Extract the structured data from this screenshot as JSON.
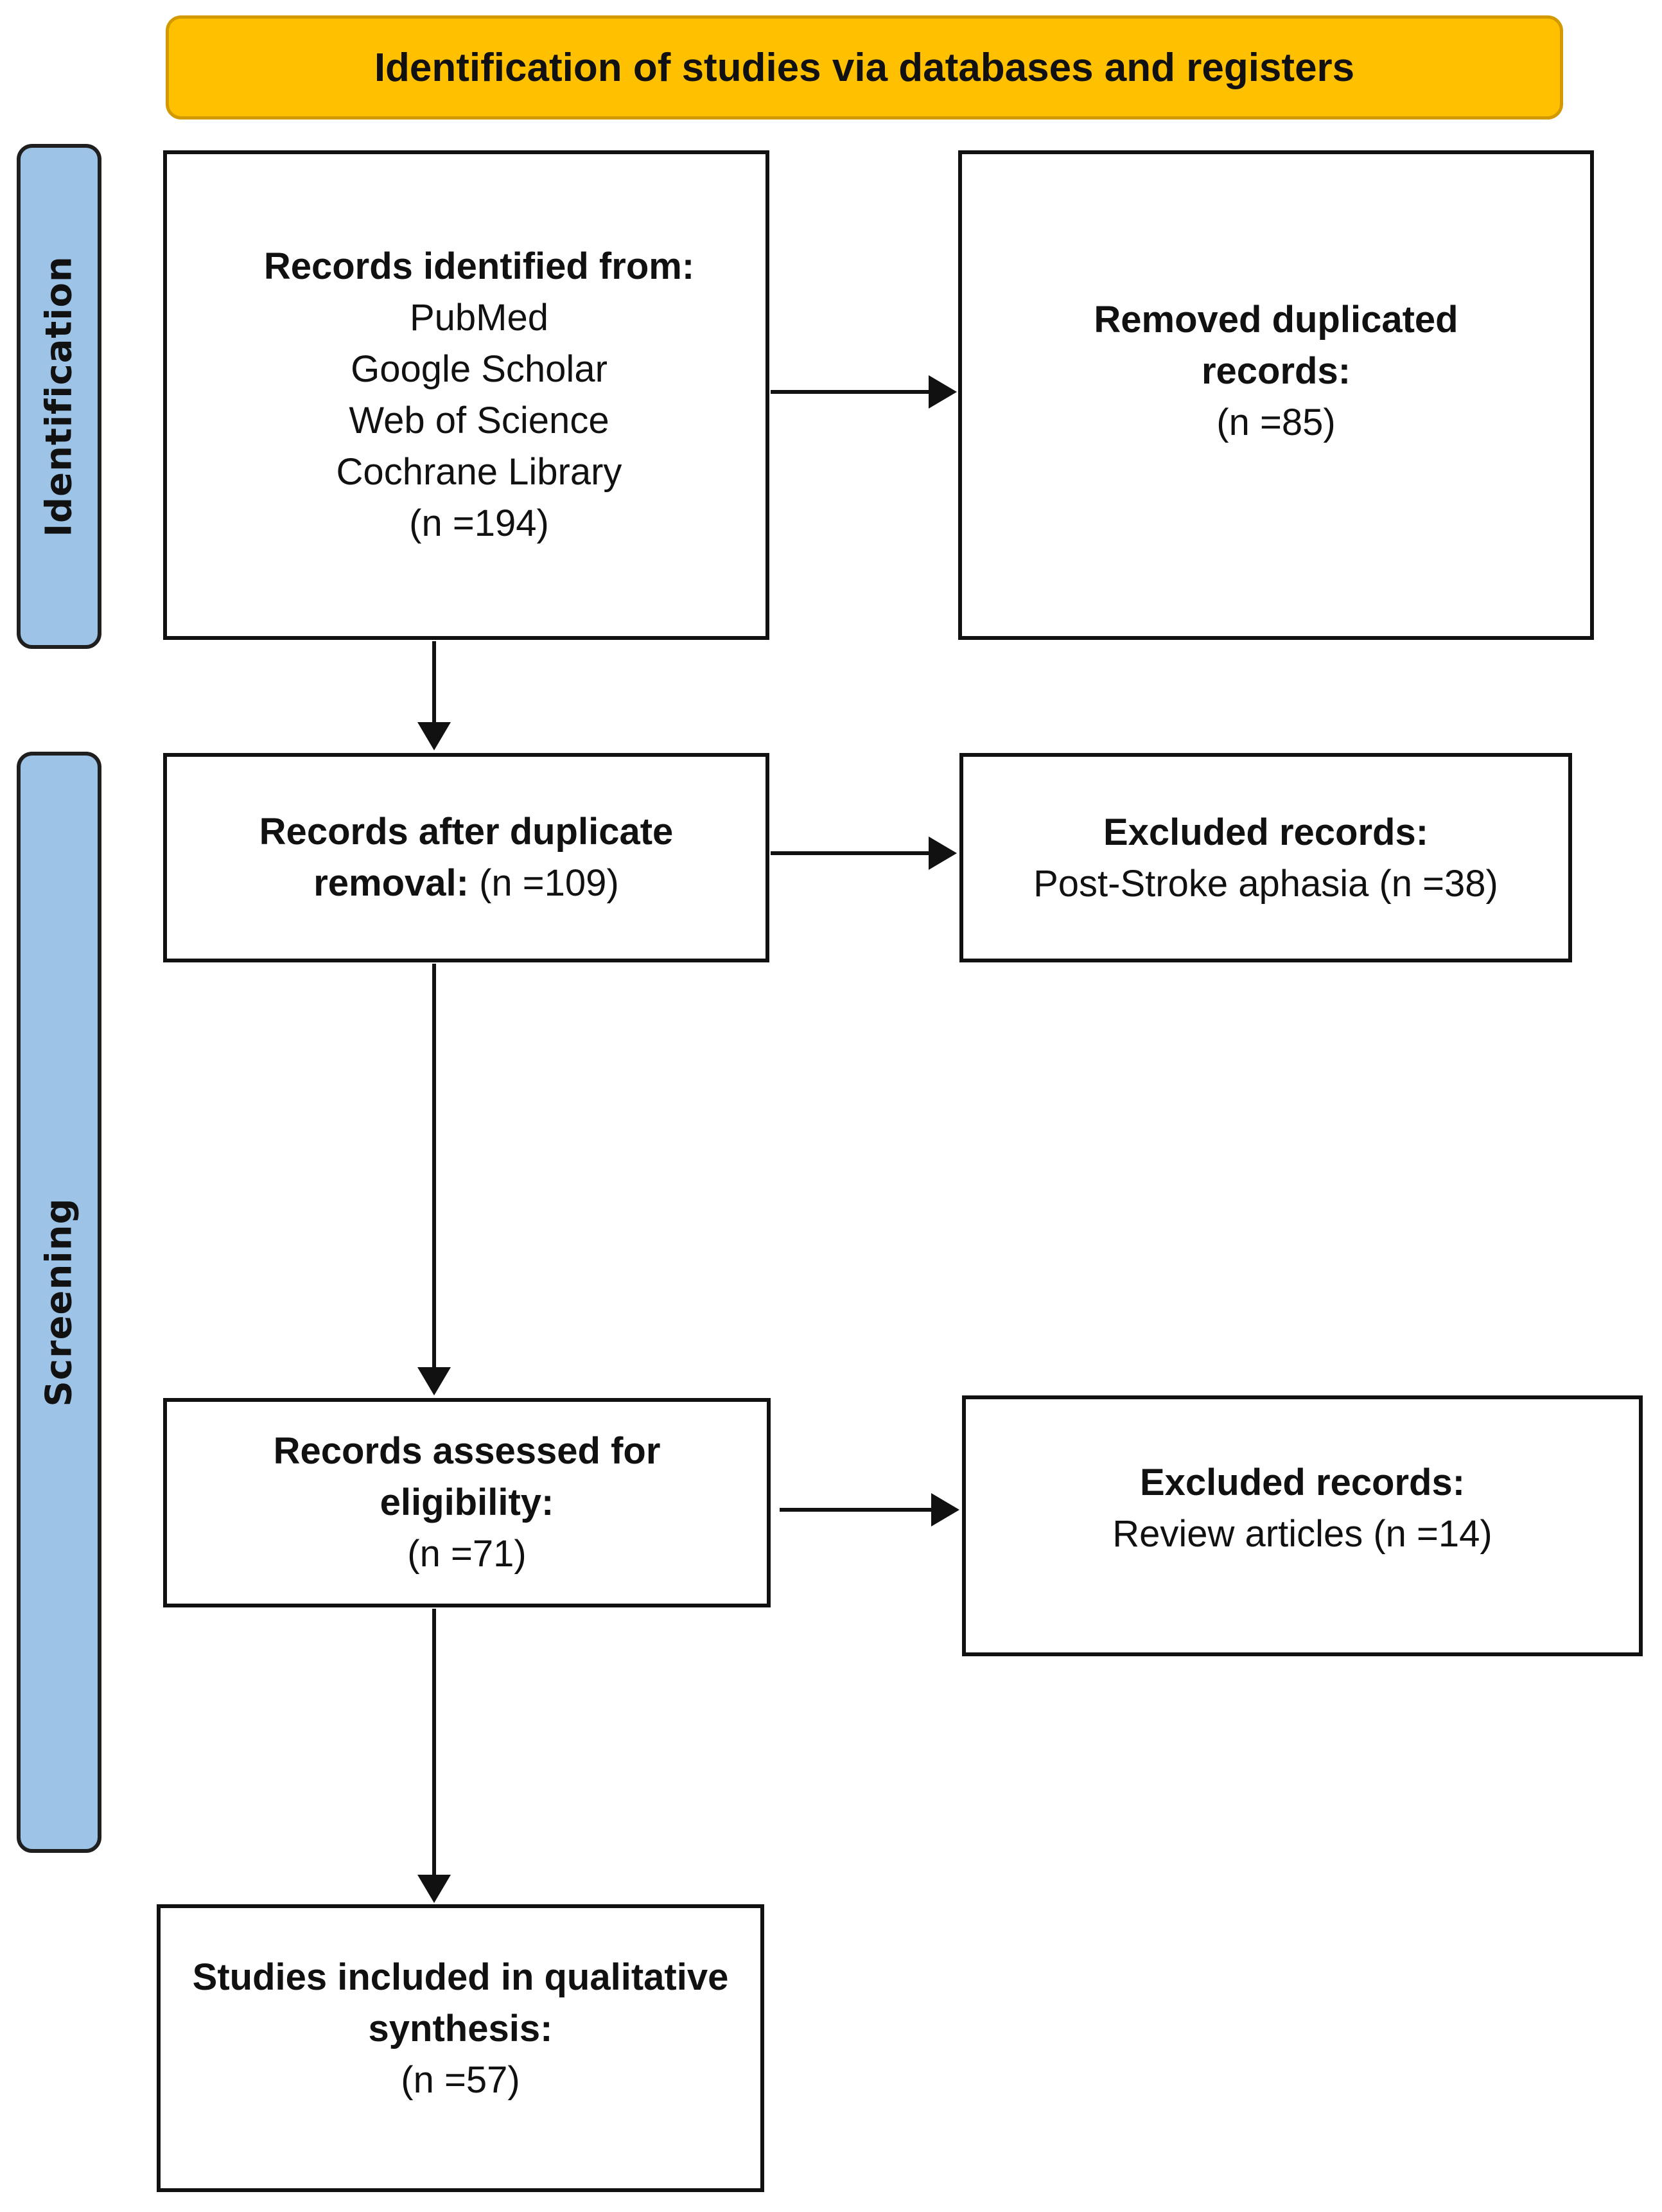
{
  "banner": {
    "title": "Identification of studies via databases and registers"
  },
  "phases": {
    "identification": "Identification",
    "screening": "Screening"
  },
  "boxes": {
    "identified": {
      "heading": "Records identified from:",
      "sources": [
        "PubMed",
        "Google Scholar",
        "Web of Science",
        "Cochrane Library"
      ],
      "count": "(n =194)"
    },
    "duplicates": {
      "heading_line1": "Removed duplicated",
      "heading_line2": "records:",
      "count": "(n =85)"
    },
    "after_dup": {
      "heading_line1": "Records after duplicate",
      "heading_line2": "removal:",
      "count": " (n =109)"
    },
    "excluded1": {
      "heading": "Excluded records:",
      "detail": "Post-Stroke aphasia (n =38)"
    },
    "assessed": {
      "heading_line1": "Records assessed for",
      "heading_line2": "eligibility:",
      "count": "(n =71)"
    },
    "excluded2": {
      "heading": "Excluded records:",
      "detail": "Review articles (n =14)"
    },
    "included": {
      "heading_line1": "Studies included in qualitative",
      "heading_line2": "synthesis:",
      "count": "(n =57)"
    }
  }
}
